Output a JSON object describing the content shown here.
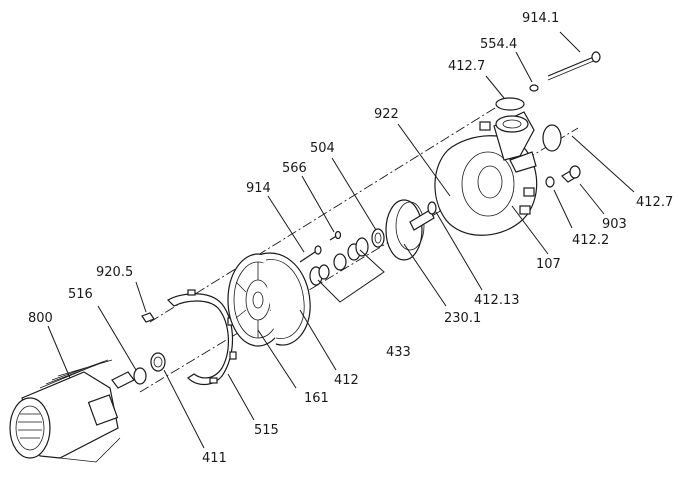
{
  "labels": {
    "p914_1": "914.1",
    "p554_4": "554.4",
    "p412_7a": "412.7",
    "p922": "922",
    "p412_7b": "412.7",
    "p504": "504",
    "p566": "566",
    "p914": "914",
    "p903": "903",
    "p412_2": "412.2",
    "p107": "107",
    "p412_13": "412.13",
    "p230_1": "230.1",
    "p920_5": "920.5",
    "p516": "516",
    "p800": "800",
    "p433": "433",
    "p412": "412",
    "p161": "161",
    "p515": "515",
    "p411": "411"
  }
}
